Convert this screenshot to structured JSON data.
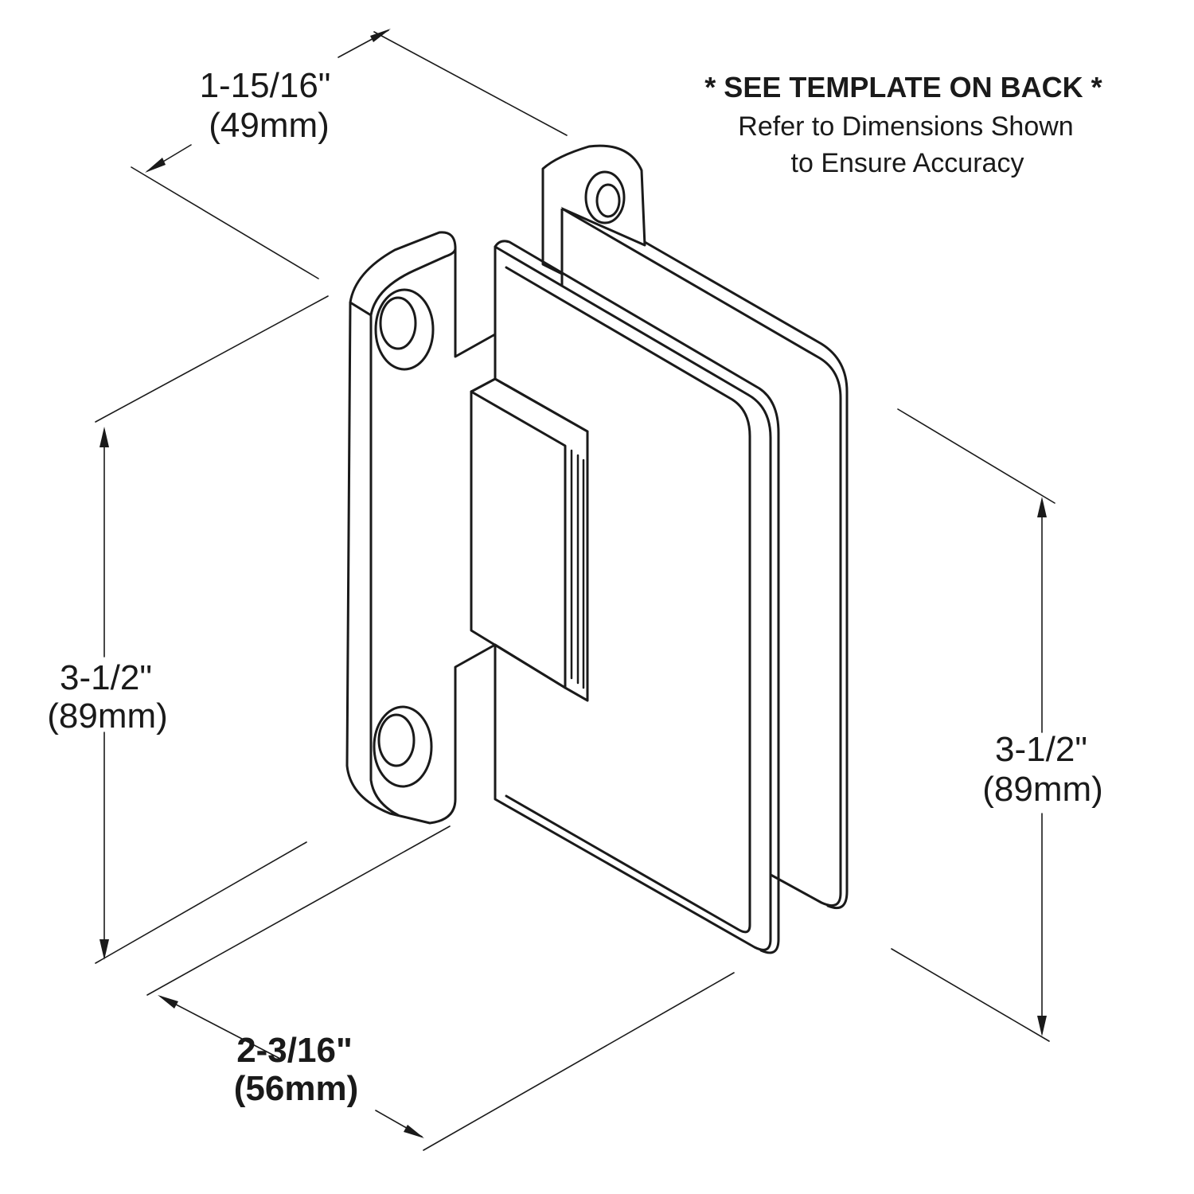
{
  "dimensions": {
    "top_depth": {
      "imperial": "1-15/16\"",
      "metric": "(49mm)"
    },
    "left_height": {
      "imperial": "3-1/2\"",
      "metric": "(89mm)"
    },
    "right_height": {
      "imperial": "3-1/2\"",
      "metric": "(89mm)"
    },
    "bottom_width": {
      "imperial": "2-3/16\"",
      "metric": "(56mm)"
    }
  },
  "note": {
    "title": "* SEE TEMPLATE ON BACK *",
    "line1": "Refer to Dimensions Shown",
    "line2": "to Ensure Accuracy"
  }
}
